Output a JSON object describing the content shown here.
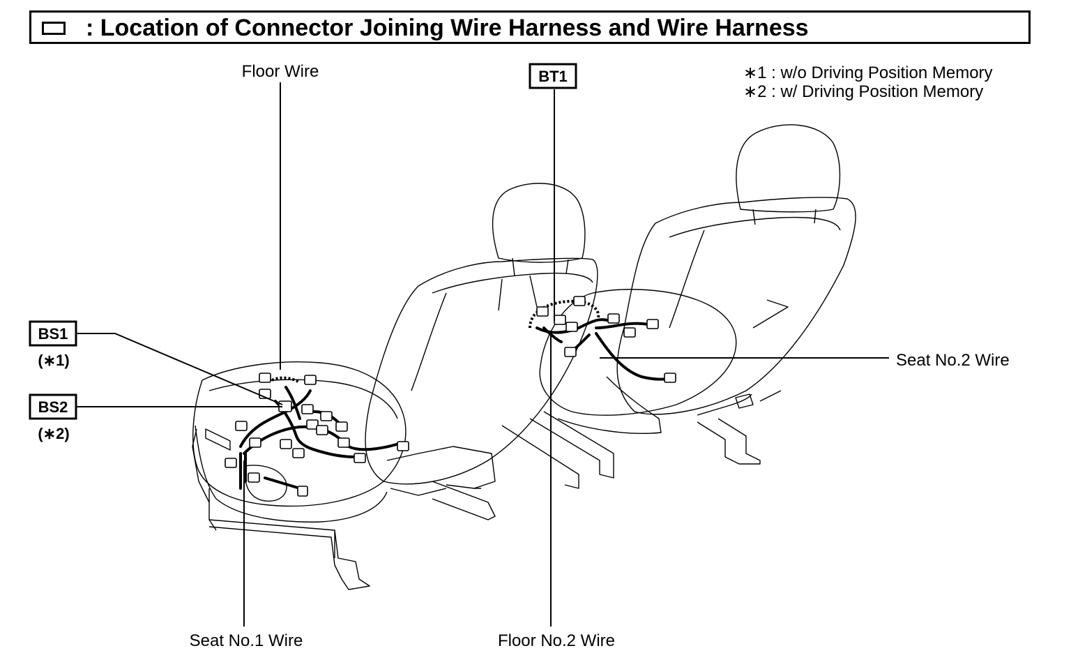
{
  "title": ": Location of Connector Joining Wire Harness and Wire Harness",
  "notes": [
    "∗1 : w/o Driving Position Memory",
    "∗2 : w/ Driving Position Memory"
  ],
  "connectors": {
    "bt1": "BT1",
    "bs1": "BS1",
    "bs1_note": "(∗1)",
    "bs2": "BS2",
    "bs2_note": "(∗2)"
  },
  "wires": {
    "floor": "Floor Wire",
    "seat_no2": "Seat No.2 Wire",
    "seat_no1": "Seat No.1 Wire",
    "floor_no2": "Floor No.2 Wire"
  }
}
